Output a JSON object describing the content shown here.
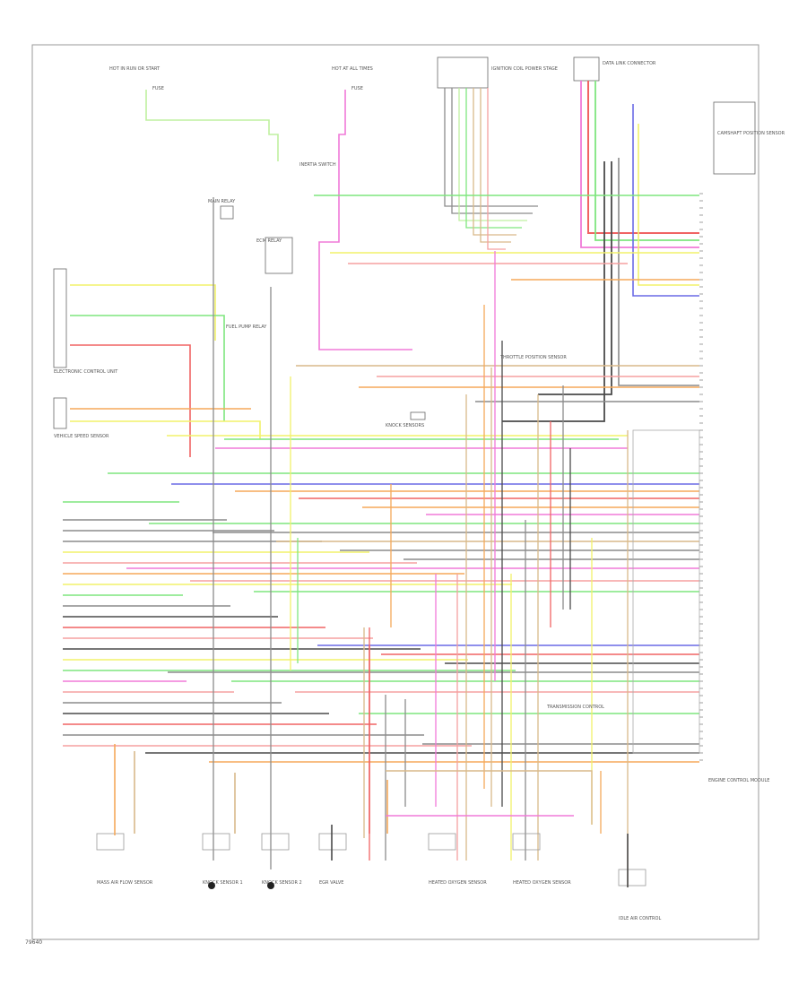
{
  "diagram": {
    "page_ref": "79640",
    "labels": {
      "hot_run_top_left": "HOT IN RUN OR START",
      "hot_run_top_center": "HOT AT ALL TIMES",
      "fuse_left": "FUSE",
      "fuse_center": "FUSE",
      "main_relay": "MAIN RELAY",
      "ecm_relay": "ECM RELAY",
      "inertia_switch": "INERTIA SWITCH",
      "fuel_pump_relay": "FUEL PUMP RELAY",
      "top_connector": "IGNITION COIL POWER STAGE",
      "top_right_module": "DATA LINK CONNECTOR",
      "right_top_box": "CAMSHAFT POSITION SENSOR",
      "left_module": "ELECTRONIC CONTROL UNIT",
      "vss": "VEHICLE SPEED SENSOR",
      "throttle_sensor": "THROTTLE POSITION SENSOR",
      "center_sensor": "KNOCK SENSORS",
      "transmission_relay": "TRANSMISSION CONTROL",
      "right_module": "ENGINE CONTROL MODULE",
      "b1_sensor": "MASS AIR FLOW SENSOR",
      "b2_sensor": "KNOCK SENSOR 1",
      "b3_sensor": "KNOCK SENSOR 2",
      "b4_sensor": "EGR VALVE",
      "b5_sensor": "HEATED OXYGEN SENSOR",
      "b6_sensor": "HEATED OXYGEN SENSOR",
      "b7_sensor": "IDLE AIR CONTROL"
    },
    "wire_colors": {
      "green": "#7fe67f",
      "yellow": "#f2f26a",
      "pink": "#f07ad8",
      "red": "#f06464",
      "orange": "#f5a95a",
      "tan": "#d9b98a",
      "blue": "#6a6ae6",
      "gray": "#8c8c8c",
      "dark": "#4a4a4a",
      "light_green": "#bff0a0",
      "magenta": "#e650e6",
      "salmon": "#f5a0a0",
      "black": "#222222",
      "frame": "#999999"
    }
  }
}
